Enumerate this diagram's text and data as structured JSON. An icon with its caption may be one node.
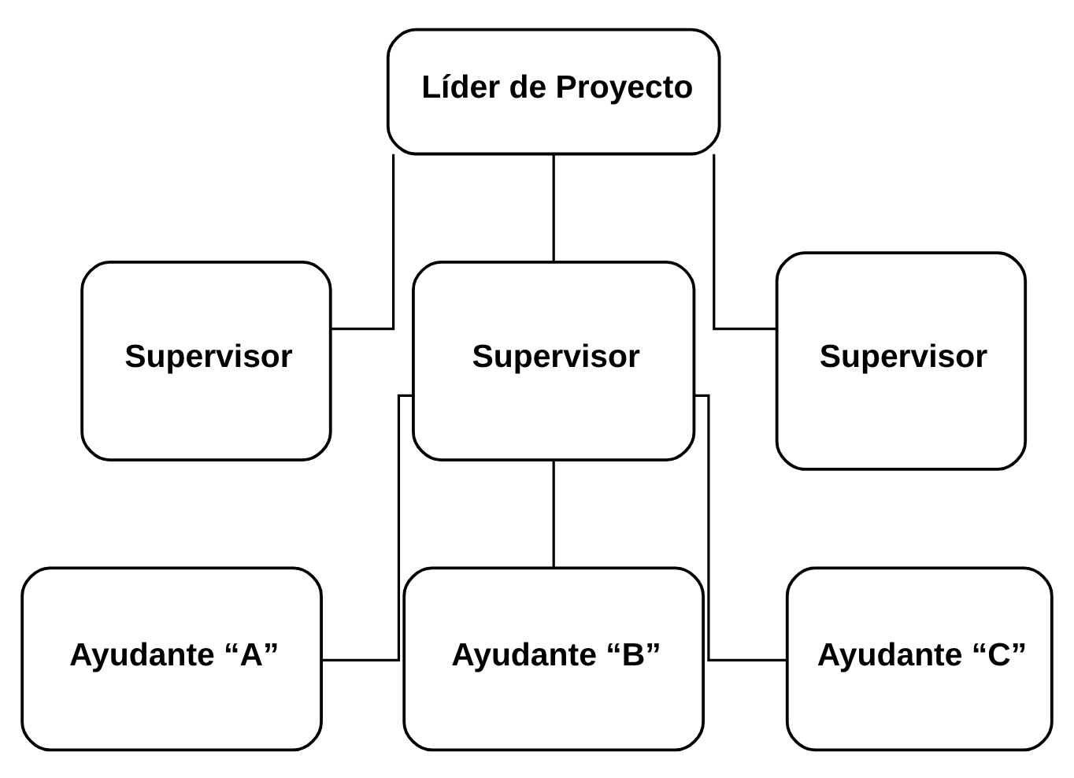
{
  "diagram": {
    "nodes": [
      {
        "text": [
          "Líder de Proyecto"
        ]
      },
      {
        "text": [
          "Supervisor"
        ]
      },
      {
        "text": [
          "Supervisor"
        ]
      },
      {
        "text": [
          "Supervisor"
        ]
      },
      {
        "text": [
          "Ayudante “A”"
        ]
      },
      {
        "text": [
          "Ayudante “B”"
        ]
      },
      {
        "text": [
          "Ayudante “C”"
        ]
      }
    ],
    "edges": [
      {
        "from": 0,
        "to": 1,
        "arrow": "none"
      },
      {
        "from": 0,
        "to": 2,
        "arrow": "none"
      },
      {
        "from": 0,
        "to": 3,
        "arrow": "none"
      },
      {
        "from": 2,
        "to": 4,
        "arrow": "none"
      },
      {
        "from": 2,
        "to": 5,
        "arrow": "none"
      },
      {
        "from": 2,
        "to": 6,
        "arrow": "none"
      }
    ]
  }
}
